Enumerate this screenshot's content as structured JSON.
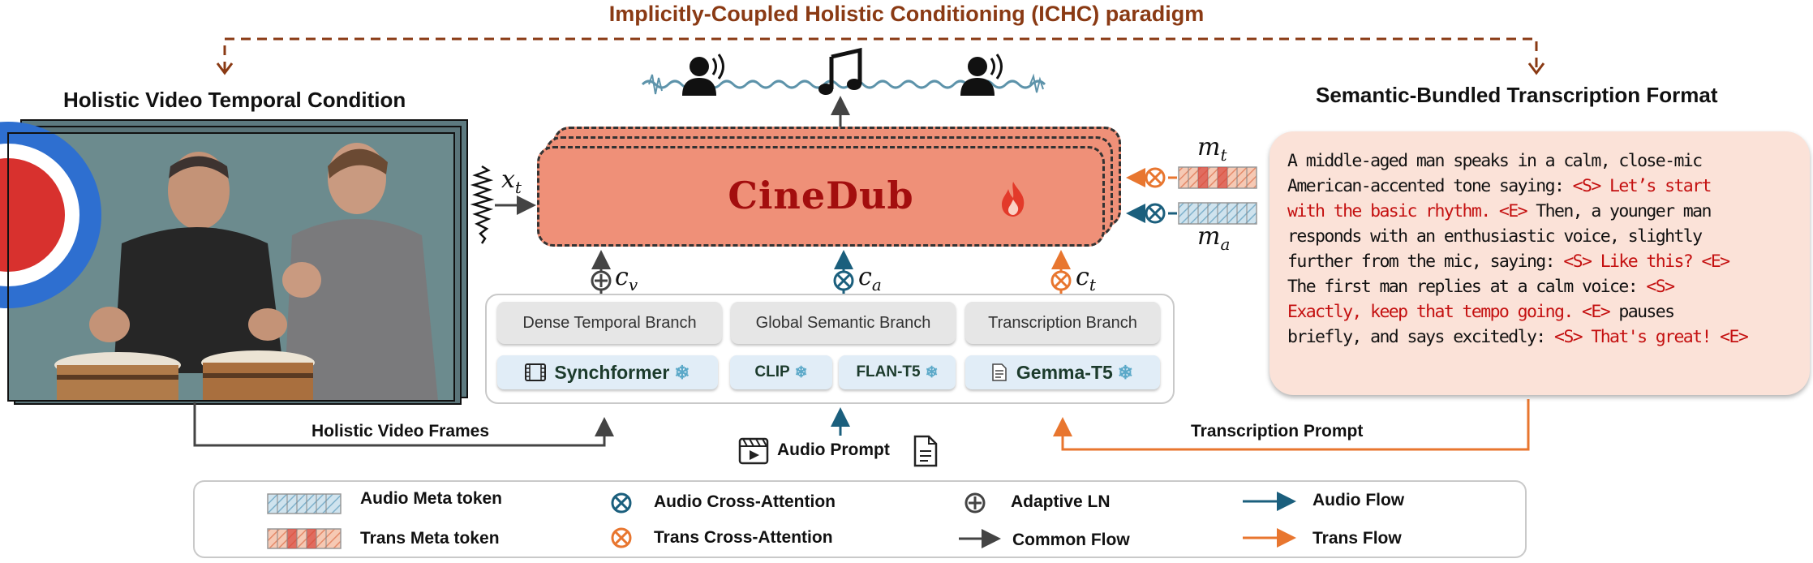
{
  "paradigm_title": "Implicitly-Coupled Holistic Conditioning (ICHC) paradigm",
  "left_title": "Holistic Video Temporal Condition",
  "right_title": "Semantic-Bundled Transcription Format",
  "model_name": "CineDub",
  "symbols": {
    "xt": "x",
    "xt_sub": "t",
    "cv": "c",
    "cv_sub": "v",
    "ca": "c",
    "ca_sub": "a",
    "ct": "c",
    "ct_sub": "t",
    "mt": "m",
    "mt_sub": "t",
    "ma": "m",
    "ma_sub": "a"
  },
  "branches": {
    "dense": "Dense Temporal  Branch",
    "global": "Global Semantic Branch",
    "transcription": "Transcription Branch"
  },
  "encoders": {
    "synchformer": "Synchformer",
    "clip": "CLIP",
    "flan": "FLAN-T5",
    "gemma": "Gemma-T5"
  },
  "flow_labels": {
    "video_frames": "Holistic Video Frames",
    "audio_prompt": "Audio Prompt",
    "transcription_prompt": "Transcription Prompt"
  },
  "transcription": [
    [
      {
        "t": "A middle-aged man speaks in a calm, close-mic",
        "c": "k"
      }
    ],
    [
      {
        "t": "American-accented tone saying: ",
        "c": "k"
      },
      {
        "t": "<S> Let’s start",
        "c": "r"
      }
    ],
    [
      {
        "t": "with the basic rhythm. <E>",
        "c": "r"
      },
      {
        "t": " Then, a younger man",
        "c": "k"
      }
    ],
    [
      {
        "t": "responds with an enthusiastic voice, slightly",
        "c": "k"
      }
    ],
    [
      {
        "t": "further from the mic, saying: ",
        "c": "k"
      },
      {
        "t": "<S> Like this? <E>",
        "c": "r"
      }
    ],
    [
      {
        "t": "The first man replies at a calm voice: ",
        "c": "k"
      },
      {
        "t": "<S>",
        "c": "r"
      }
    ],
    [
      {
        "t": "Exactly, keep that tempo going. <E>",
        "c": "r"
      },
      {
        "t": " pauses",
        "c": "k"
      }
    ],
    [
      {
        "t": "briefly, and says excitedly: ",
        "c": "k"
      },
      {
        "t": "<S> That's great! <E>",
        "c": "r"
      }
    ]
  ],
  "legend": {
    "audio_meta": "Audio Meta token",
    "trans_meta": "Trans Meta token",
    "audio_cross": "Audio Cross-Attention",
    "trans_cross": "Trans Cross-Attention",
    "adaptive_ln": "Adaptive LN",
    "common_flow": "Common Flow",
    "audio_flow": "Audio Flow",
    "trans_flow": "Trans Flow"
  },
  "colors": {
    "paradigm": "#8a3a14",
    "cinedub_fill": "#ef9078",
    "audio_flow": "#1b5f7d",
    "trans_flow": "#e8762f",
    "common_flow": "#444444",
    "highlight_red": "#c41010"
  },
  "icons": [
    "speaker-icon",
    "music-note-icon",
    "fire-icon",
    "snowflake-icon",
    "film-icon",
    "document-icon"
  ]
}
